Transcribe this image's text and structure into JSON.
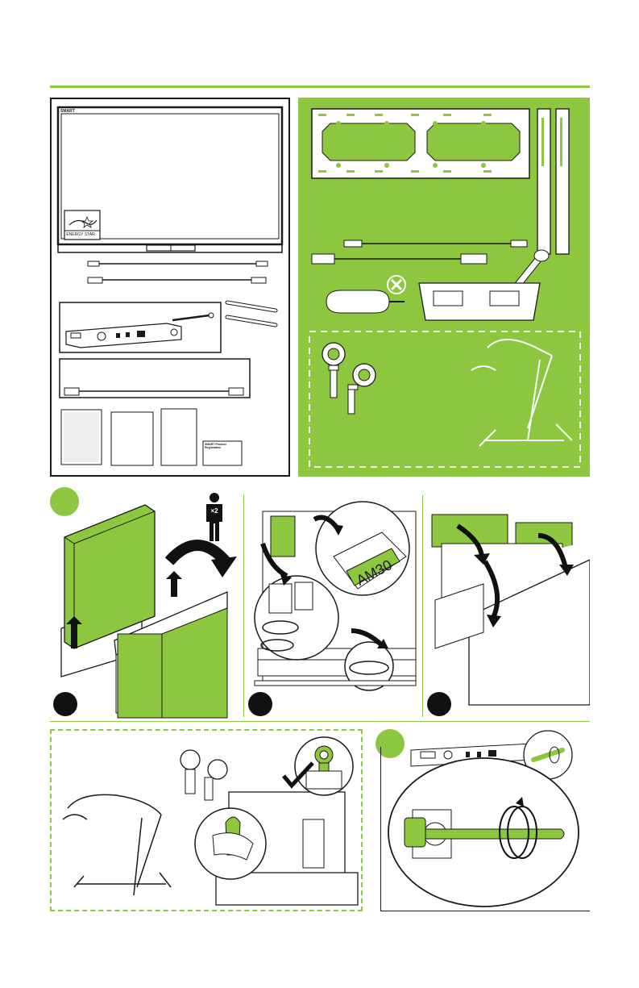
{
  "colors": {
    "accent": "#8dc63f",
    "accent_dark": "#5f8f1f",
    "line": "#1a1a1a",
    "dash": "#ffffff",
    "dash_green": "#8dc63f",
    "check": "#111111"
  },
  "panel_box_contents": {
    "logo_label": "SMART",
    "energy_star_label": "ENERGY STAR",
    "registration_card_label": "SMART Product Registration"
  },
  "panel_mounting": {
    "eyebolt_count_icon": "eyebolt-pair-icon",
    "screwdriver_excluded_icon": "x-mark-icon"
  },
  "step_section": {
    "person_count": "×2",
    "model_label": "AM30"
  },
  "icons": [
    "arrow-icon",
    "person-icon",
    "check-icon",
    "rotate-icon",
    "x-mark-icon"
  ]
}
